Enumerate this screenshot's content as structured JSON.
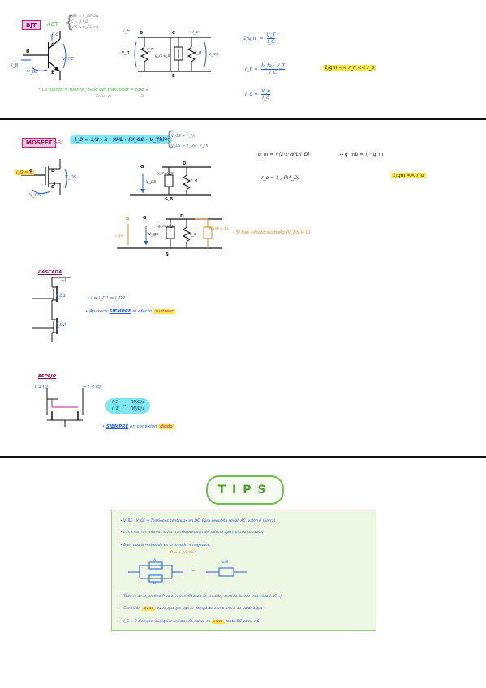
{
  "bjt": {
    "tag": "BJT",
    "mode": "ACT",
    "cond1": "V_BE = V_BE,ON",
    "cond2": "I_C = β·I_B",
    "cond3": "V_CE > V_CE,sat",
    "ic": "I_C",
    "b": "B",
    "c": "C",
    "e": "E",
    "ib": "I_B",
    "vbe": "V_BE",
    "vce": "V_CE",
    "circ_ib": "i_b",
    "circ_b": "B",
    "circ_c": "C",
    "circ_ic": "→ i_c",
    "circ_vin": "v_π",
    "circ_rpi": "r_π",
    "circ_gm": "g_m·v_π",
    "circ_ro": "r_o",
    "circ_vce": "v_ce",
    "circ_e": "E",
    "f1_lhs": "1/gm",
    "f1_num": "V_T",
    "f1_den": "I_C",
    "f2_lhs": "r_π =",
    "f2_num": "h_fe · V_T",
    "f2_den": "I_C",
    "f3_lhs": "r_o =",
    "f3_num": "V_A",
    "f3_den": "I_C",
    "hl_note": "1/gm << r_π << r_o",
    "note": "* La fuente = fuente ; Solo del transistor = tipo V",
    "note_sub": "Entre  el                          P"
  },
  "mosfet": {
    "tag": "MOSFET",
    "mode": "SAT",
    "id_formula": "I_D = 1/2 · k · W/L · (V_GS - V_Th)²",
    "si": "si",
    "cond1": "V_GS > V_Th",
    "cond2": "V_DS > V_GS - V_Th",
    "gm_formula": "g_m = √(2·k·W/L·I_D)",
    "gmb_formula": "→  g_mb = η · g_m",
    "ro_formula": "r_o = 1 / (λ·I_D)",
    "hl_note": "1/gm << r_o",
    "id0": "I_D = 0",
    "g": "G",
    "d": "D",
    "s": "S",
    "vgs": "V_GS",
    "vds": "V_DS",
    "c1_g": "G",
    "c1_d": "D",
    "c1_vin": "v_gs",
    "c1_gm": "g_m·v_gs",
    "c1_ro": "r_o",
    "c1_sb": "S,B",
    "c2_b": "B",
    "c2_g": "G",
    "c2_d": "D",
    "c2_vbs": "v_bs",
    "c2_vgs": "v_gs",
    "c2_gm": "g_m·v_gs",
    "c2_ro": "r_o",
    "c2_gmb": "g_mb·v_bs",
    "c2_s": "S",
    "body_note": "- Si hay efecto sustrato (V_BS ≠ 0)"
  },
  "cascode": {
    "title": "CASCADA",
    "top_current": "←I",
    "i1": "I_D1",
    "i2": "I_D2",
    "eq": "• I = I_D1 = I_D2",
    "note_pre": "• Aparece ",
    "note_strong": "SIEMPRE",
    "note_mid": " el efecto ",
    "note_hl": "sustrato"
  },
  "mirror": {
    "title": "ESPEJO",
    "left_current": "I_1 (t)",
    "right_current": "← I_2 (t)",
    "ratio_lhs_num": "I_2",
    "ratio_lhs_den": "I_1",
    "ratio_rhs_num": "(W/L)₂",
    "ratio_rhs_den": "(W/L)₁",
    "note_pre": "• ",
    "note_strong": "SIEMPRE",
    "note_mid": " en conexión ",
    "note_hl": "diodo"
  },
  "tips": {
    "title": "TIPS",
    "line1": "• V_BE , V_CE → Tensiones continuas en DC. Para pequeña señal, AC, valen 0 (tierra)",
    "line2": "• Las k son las mismas si los transistores son del mismo tipo (mismo sustrato)",
    "line3a": "• B en tipo N → situado en la tensión + negativa",
    "line3b": "P → + positiva",
    "eq_label": "=",
    "comp_a": "A",
    "comp_b": "B",
    "comp_ab": "A//B",
    "line4": "• Todo lo de N, en tipo P va al revés (flechas de tensión, sentido fuente intensidad AC...)",
    "line5a": "• Conexión ",
    "line5b": "diodo",
    "line5c": ": hace que gm·vgs se comporte como una R de valor 1/gm",
    "line6a": "• I_G = 0 siempre, cualquier resistencia así va en ",
    "line6b": "corto",
    "line6c": " tanto DC como AC"
  },
  "colors": {
    "blue": "#2a5bd7",
    "orange": "#e08a1e",
    "green": "#4bb04a",
    "pink": "#c0207a",
    "yellow": "#ffe94a",
    "cyan": "#7fe6f2"
  }
}
